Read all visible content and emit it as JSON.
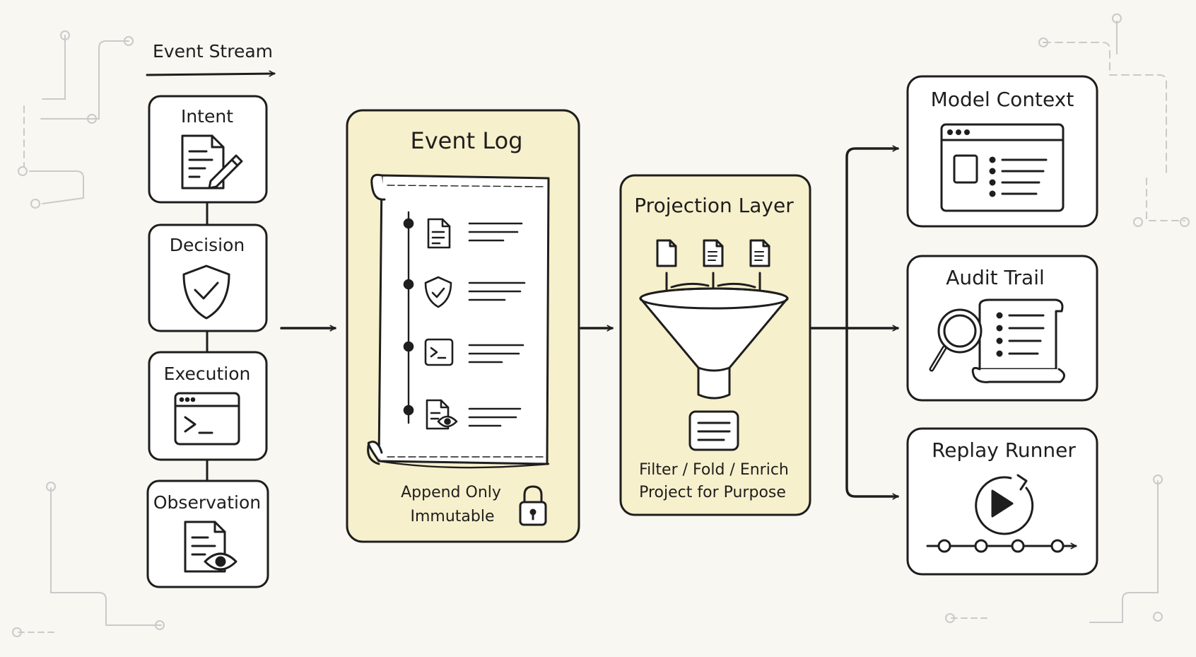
{
  "stream": {
    "header": "Event Stream",
    "stages": [
      {
        "label": "Intent",
        "icon": "document-pencil-icon"
      },
      {
        "label": "Decision",
        "icon": "shield-check-icon"
      },
      {
        "label": "Execution",
        "icon": "terminal-window-icon"
      },
      {
        "label": "Observation",
        "icon": "document-eye-icon"
      }
    ]
  },
  "event_log": {
    "title": "Event Log",
    "entries": [
      "document-icon",
      "shield-check-icon",
      "terminal-icon",
      "document-eye-icon"
    ],
    "note_line1": "Append Only",
    "note_line2": "Immutable",
    "note_icon": "padlock-icon"
  },
  "projection": {
    "title": "Projection Layer",
    "line1": "Filter / Fold / Enrich",
    "line2": "Project for Purpose",
    "icon": "funnel-icon"
  },
  "outputs": [
    {
      "label": "Model Context",
      "icon": "browser-window-icon"
    },
    {
      "label": "Audit Trail",
      "icon": "magnifier-scroll-icon"
    },
    {
      "label": "Replay Runner",
      "icon": "play-timeline-icon"
    }
  ],
  "colors": {
    "background": "#f8f7f1",
    "highlight": "#f7f0cc",
    "ink": "#1e1e1e",
    "circuit": "#c9c9c9"
  }
}
